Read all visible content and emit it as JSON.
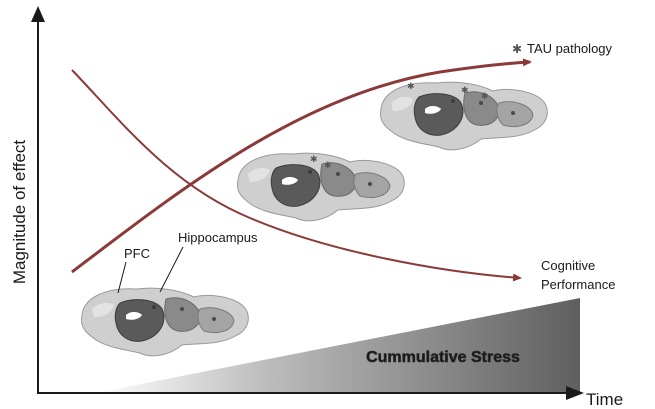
{
  "axes": {
    "y_label": "Magnitude of effect",
    "x_label": "Time"
  },
  "legend": {
    "symbol": "✱",
    "tau_label": "TAU pathology"
  },
  "curves": {
    "cognitive_label_line1": "Cognitive",
    "cognitive_label_line2": "Performance"
  },
  "stress": {
    "label": "Cummulative Stress"
  },
  "brain_regions": {
    "pfc": "PFC",
    "hippocampus": "Hippocampus"
  },
  "colors": {
    "curve": "#8b3a3a",
    "axis": "#1a1a1a",
    "brain_outer": "#c9c9c9",
    "brain_dark": "#5a5a5a",
    "tau_marker": "#555555"
  }
}
